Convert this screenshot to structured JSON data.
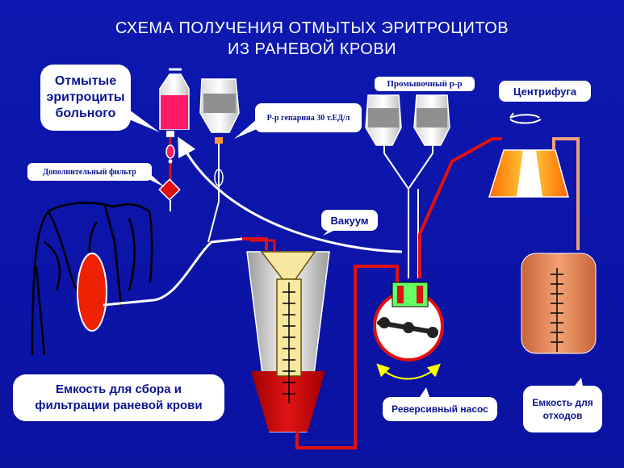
{
  "title": {
    "line1": "СХЕМА ПОЛУЧЕНИЯ ОТМЫТЫХ ЭРИТРОЦИТОВ",
    "line2": "ИЗ РАНЕВОЙ КРОВИ"
  },
  "labels": {
    "washed_rbc": "Отмытые эритроциты больного",
    "heparin": "Р-р гепарина 30 т.ЕД/л",
    "wash_solution": "Промывочный р-р",
    "centrifuge": "Центрифуга",
    "extra_filter": "Дополнительный фильтр",
    "vacuum": "Вакуум",
    "collection_container": "Емкость  для сбора и фильтрации раневой крови",
    "reversible_pump": "Реверсивный насос",
    "waste_container": "Емкость для отходов"
  },
  "colors": {
    "background": "#0a14a8",
    "blood": "#e01010",
    "bag_fill": "#ff1a6a",
    "callout_text": "#0a1490",
    "centrifuge": "#ff9a00",
    "waste": "#f08a5a"
  }
}
